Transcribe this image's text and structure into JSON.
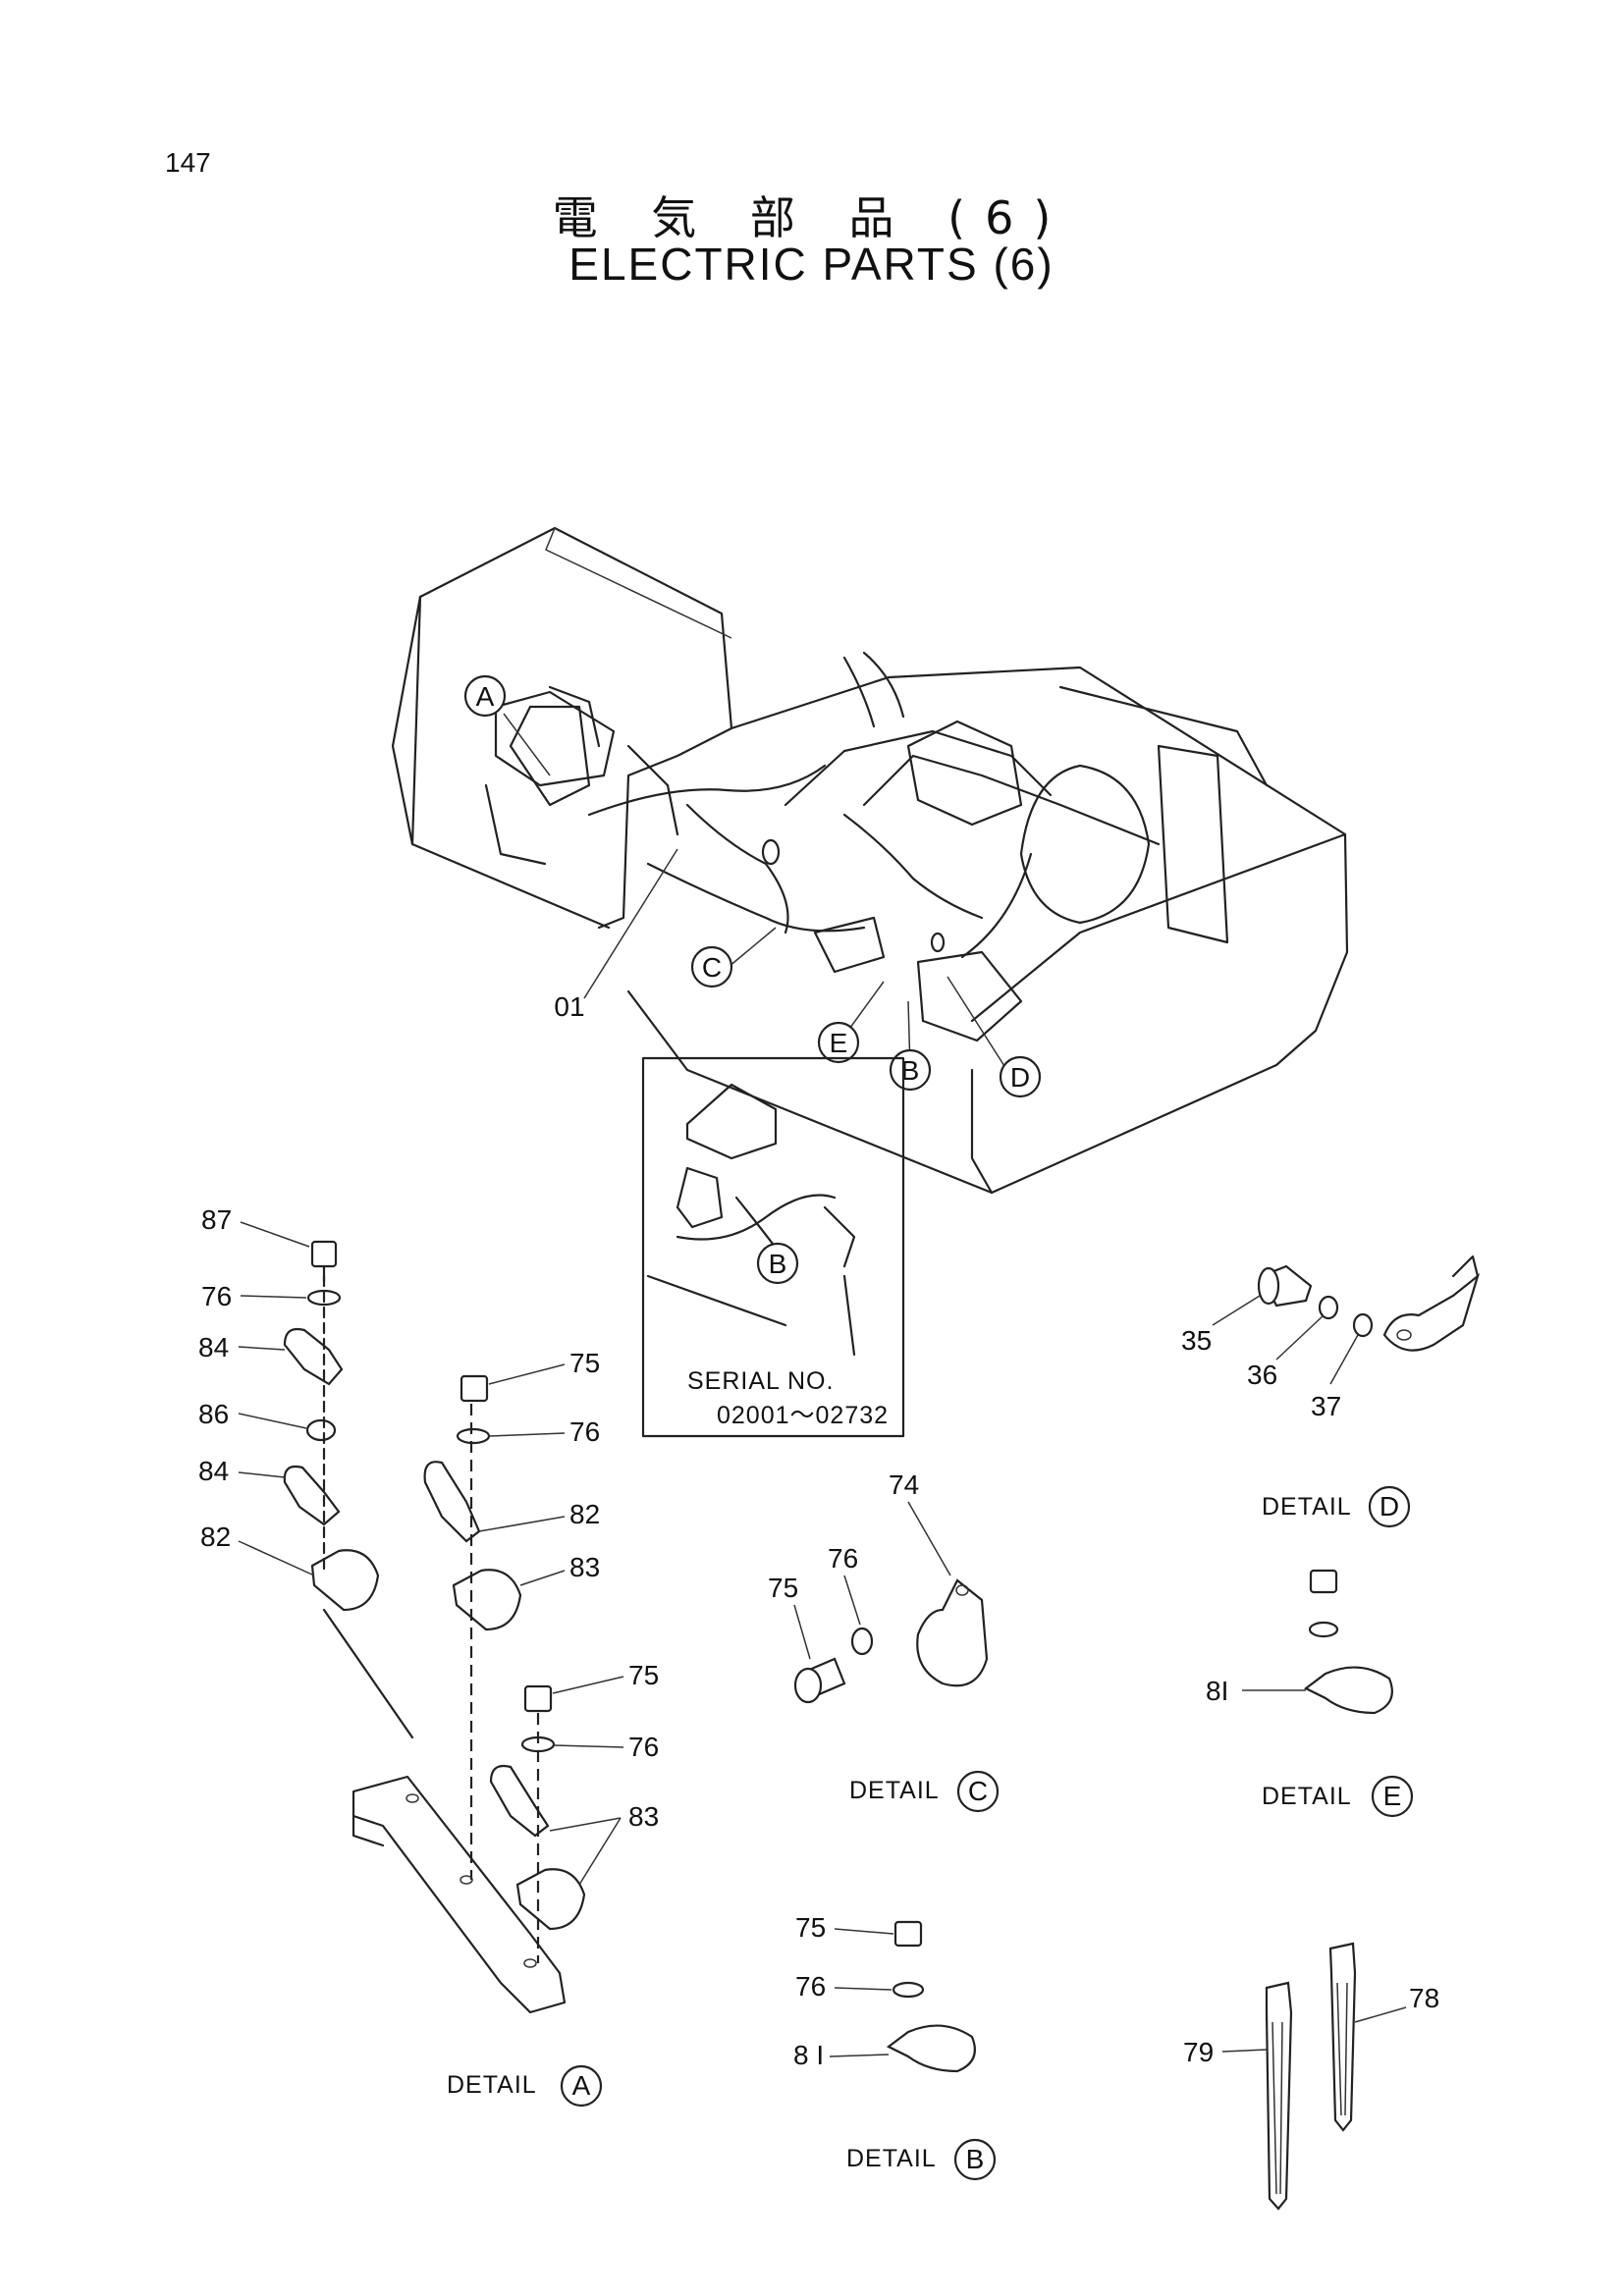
{
  "page_number": "147",
  "title_jp": "電 気 部 品 (6)",
  "title_en": "ELECTRIC PARTS (6)",
  "overview": {
    "callouts": [
      "A",
      "C",
      "E",
      "B",
      "D"
    ],
    "harness_label": "01"
  },
  "serial_box": {
    "callout": "B",
    "label": "SERIAL NO.",
    "range": "02001～02732"
  },
  "detail_a": {
    "caption": "DETAIL",
    "letter": "A",
    "labels": [
      "87",
      "76",
      "84",
      "86",
      "84",
      "82",
      "75",
      "76",
      "82",
      "83",
      "75",
      "76",
      "83"
    ]
  },
  "detail_b": {
    "caption": "DETAIL",
    "letter": "B",
    "labels": [
      "75",
      "76",
      "8 I"
    ]
  },
  "detail_c": {
    "caption": "DETAIL",
    "letter": "C",
    "labels": [
      "74",
      "75",
      "76"
    ]
  },
  "detail_d": {
    "caption": "DETAIL",
    "letter": "D",
    "labels": [
      "35",
      "36",
      "37"
    ]
  },
  "detail_e": {
    "caption": "DETAIL",
    "letter": "E",
    "labels": [
      "8I"
    ]
  },
  "ties": {
    "labels": [
      "79",
      "78"
    ]
  }
}
